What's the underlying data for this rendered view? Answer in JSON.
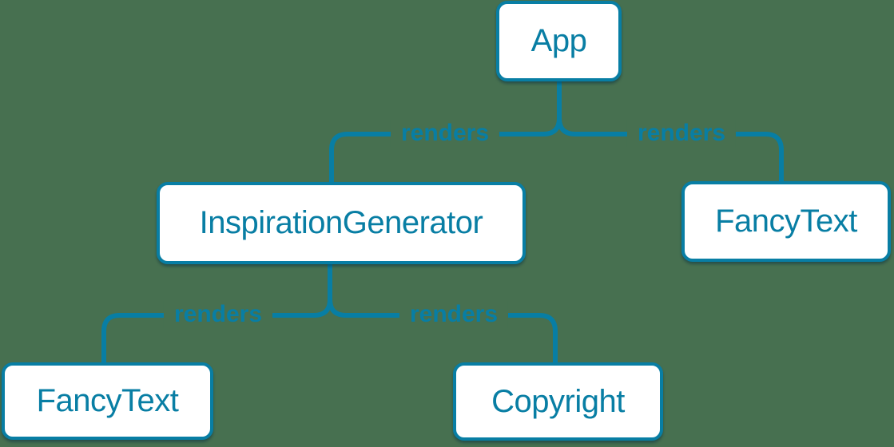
{
  "diagram": {
    "kind": "component-render-tree",
    "colors": {
      "background": "#477050",
      "accent": "#087ea4",
      "node_fill": "#ffffff"
    },
    "nodes": [
      {
        "id": "app",
        "label": "App"
      },
      {
        "id": "inspiration-generator",
        "label": "InspirationGenerator"
      },
      {
        "id": "fancy-text-top",
        "label": "FancyText"
      },
      {
        "id": "fancy-text-bottom",
        "label": "FancyText"
      },
      {
        "id": "copyright",
        "label": "Copyright"
      }
    ],
    "edges": [
      {
        "from": "App",
        "to": "InspirationGenerator",
        "label": "renders"
      },
      {
        "from": "App",
        "to": "FancyText",
        "label": "renders"
      },
      {
        "from": "InspirationGenerator",
        "to": "FancyText",
        "label": "renders"
      },
      {
        "from": "InspirationGenerator",
        "to": "Copyright",
        "label": "renders"
      }
    ]
  }
}
